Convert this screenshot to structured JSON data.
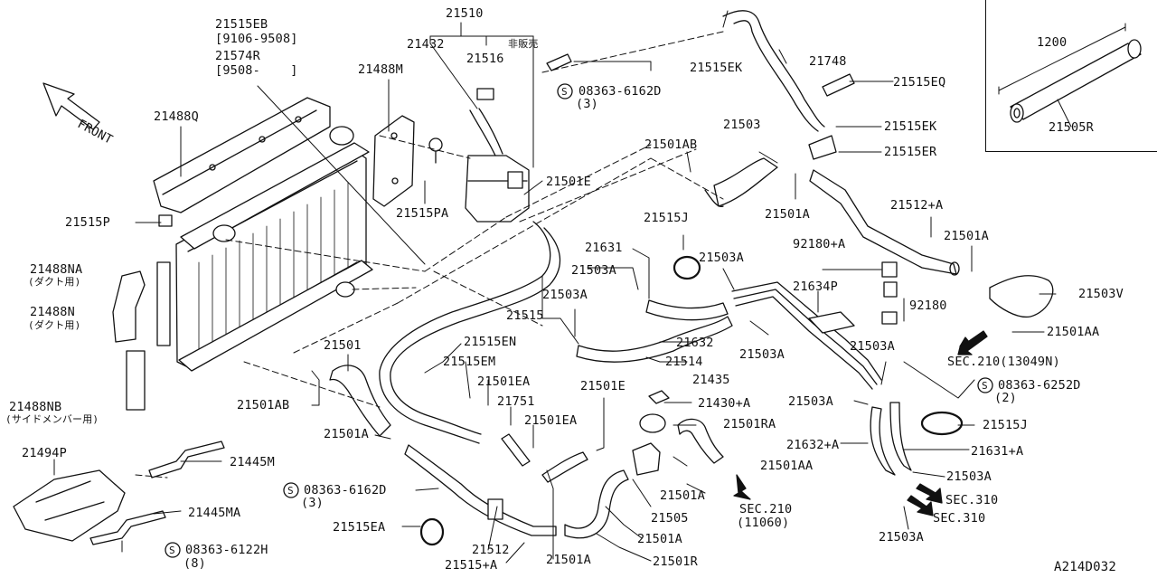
{
  "diagram": {
    "ref_code": "A214D032",
    "front_label": "FRONT",
    "inset": {
      "length": "1200",
      "part": "21505R"
    },
    "parts": {
      "p21515EB": "21515EB",
      "p21515EB_range": "[9106-9508]",
      "p21574R": "21574R",
      "p21574R_range": "[9508-    ]",
      "p21510": "21510",
      "p21432": "21432",
      "p21516": "21516",
      "not_sold": "非販売",
      "p21488M": "21488M",
      "p21488Q": "21488Q",
      "bolt_top": "08363-6162D",
      "bolt_top_qty": "(3)",
      "p21515EK_a": "21515EK",
      "p21748": "21748",
      "p21515EQ": "21515EQ",
      "p21515EK_b": "21515EK",
      "p21503_top": "21503",
      "p21515ER": "21515ER",
      "p21501AB_top": "21501AB",
      "p21501E_top": "21501E",
      "p21515PA": "21515PA",
      "p21515P": "21515P",
      "p21501A_r1": "21501A",
      "p21512A": "21512+A",
      "p21515J_top": "21515J",
      "p21631": "21631",
      "p92180A": "92180+A",
      "p21501A_r2": "21501A",
      "p21503A_1": "21503A",
      "p21503A_2": "21503A",
      "p21634P": "21634P",
      "p21503V": "21503V",
      "p92180": "92180",
      "p21488NA": "21488NA",
      "p21488NA_note": "(ダクト用)",
      "p21515_mid": "21515",
      "p21503A_3": "21503A",
      "p21501AA_r": "21501AA",
      "p21488N": "21488N",
      "p21488N_note": "(ダクト用)",
      "p21632": "21632",
      "p21503A_4": "21503A",
      "p21515EN": "21515EN",
      "p21501_left": "21501",
      "p21515EM": "21515EM",
      "p21514": "21514",
      "sec210_top": "SEC.210(13049N)",
      "p21503A_5": "21503A",
      "p21435": "21435",
      "p21501EA_a": "21501EA",
      "p21501E_mid": "21501E",
      "bolt_right": "08363-6252D",
      "bolt_right_qty": "(2)",
      "p21501AB_left": "21501AB",
      "p21751": "21751",
      "p21430A": "21430+A",
      "p21503A_6": "21503A",
      "p21488NB": "21488NB",
      "p21488NB_note": "(サイドメンバー用)",
      "p21501RA": "21501RA",
      "p21515J_r": "21515J",
      "p21501A_left": "21501A",
      "p21501EA_b": "21501EA",
      "p21632A": "21632+A",
      "p21631A": "21631+A",
      "p21494P": "21494P",
      "p21445M": "21445M",
      "p21501AA_mid": "21501AA",
      "p21503A_7": "21503A",
      "bolt_left": "08363-6162D",
      "bolt_left_qty": "(3)",
      "p21501A_mid": "21501A",
      "sec210_bottom": "SEC.210",
      "sec210_bottom_num": "(11060)",
      "sec310_a": "SEC.310",
      "sec310_b": "SEC.310",
      "p21445MA": "21445MA",
      "p21505": "21505",
      "p21515EA": "21515EA",
      "p21501A_low": "21501A",
      "p21503A_8": "21503A",
      "bolt_bottom": "08363-6122H",
      "bolt_bottom_qty": "(8)",
      "p21512": "21512",
      "p21515A": "21515+A",
      "p21501A_bottom": "21501A",
      "p21501R": "21501R",
      "bolt_marker": "S"
    }
  }
}
